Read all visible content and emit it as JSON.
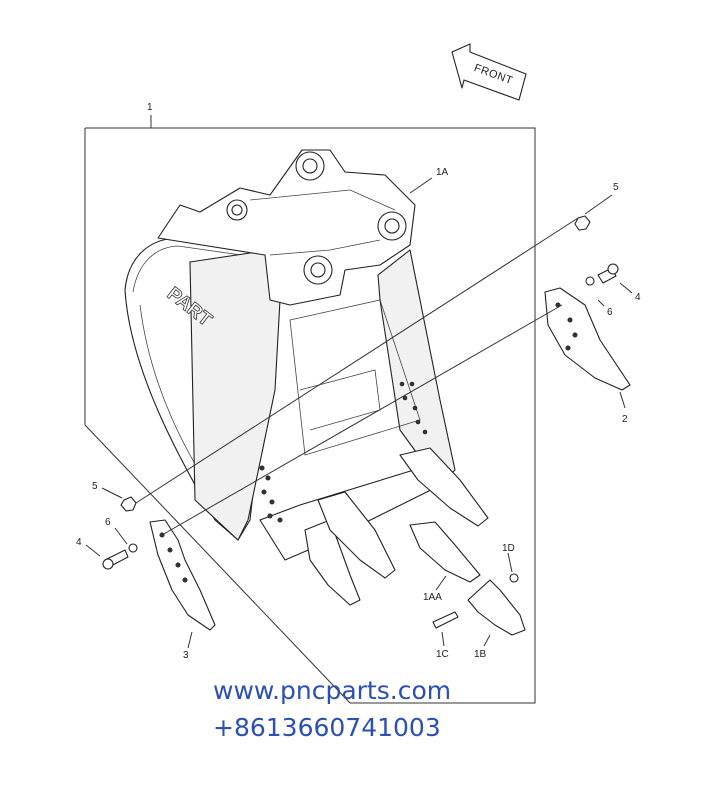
{
  "direction_label": "FRONT",
  "brand_mark": "PART",
  "callouts": {
    "c1": "1",
    "c1A": "1A",
    "c1AA": "1AA",
    "c1B": "1B",
    "c1C": "1C",
    "c1D": "1D",
    "c2": "2",
    "c3": "3",
    "c4_right": "4",
    "c4_left": "4",
    "c5_right": "5",
    "c5_left": "5",
    "c6_right": "6",
    "c6_left": "6"
  },
  "watermark": {
    "url": "www.pncparts.com",
    "phone": "+8613660741003"
  }
}
